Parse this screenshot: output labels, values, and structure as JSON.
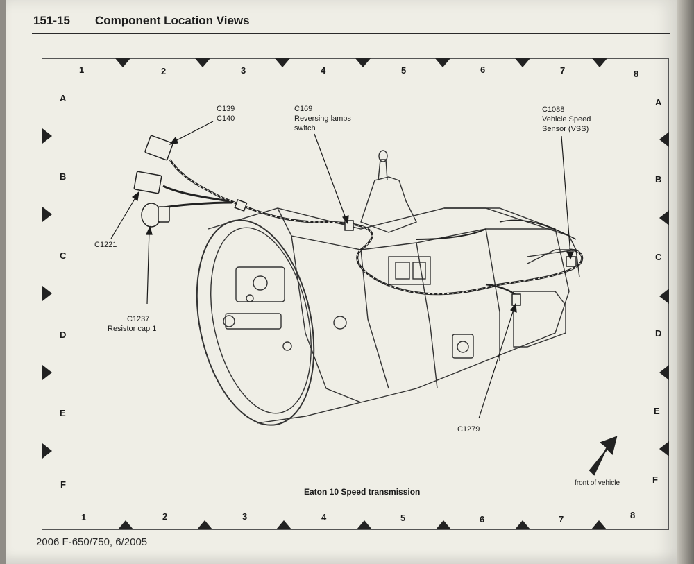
{
  "header": {
    "page_number": "151-15",
    "title": "Component Location Views"
  },
  "footer": {
    "text": "2006 F-650/750, 6/2005"
  },
  "grid": {
    "columns": [
      "1",
      "2",
      "3",
      "4",
      "5",
      "6",
      "7",
      "8"
    ],
    "rows": [
      "A",
      "B",
      "C",
      "D",
      "E",
      "F"
    ]
  },
  "callouts": {
    "c139": "C139",
    "c140": "C140",
    "c169_id": "C169",
    "c169_desc1": "Reversing lamps",
    "c169_desc2": "switch",
    "c1088_id": "C1088",
    "c1088_desc1": "Vehicle Speed",
    "c1088_desc2": "Sensor (VSS)",
    "c1221": "C1221",
    "c1237_id": "C1237",
    "c1237_desc": "Resistor cap 1",
    "c1279": "C1279"
  },
  "caption": "Eaton 10 Speed transmission",
  "orientation_label": "front of vehicle",
  "icons": {
    "orientation": "front-arrow-icon"
  }
}
